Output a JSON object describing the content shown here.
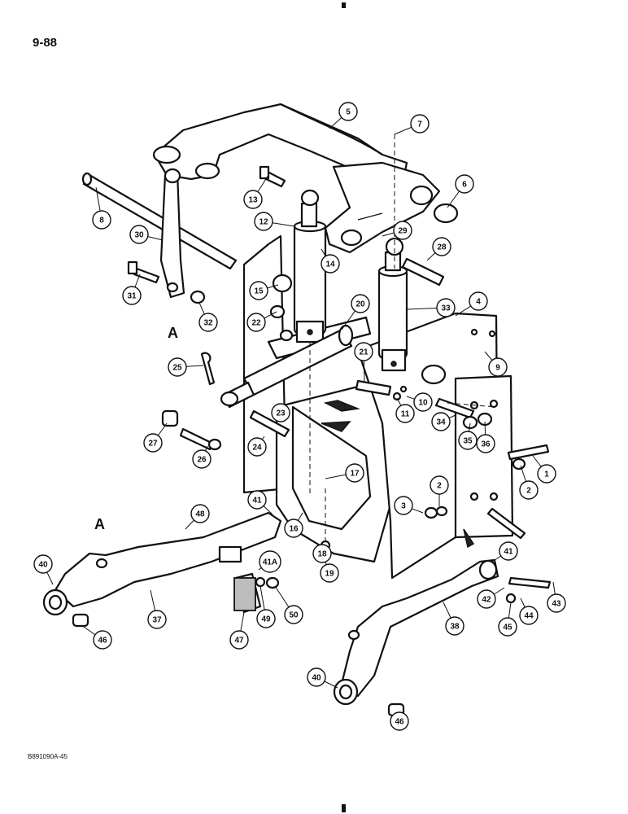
{
  "page": {
    "number": "9-88",
    "figure_code": "B891090A-45"
  },
  "labels": {
    "section_a_upper": "A",
    "section_a_lower": "A"
  },
  "callouts": [
    "1",
    "2",
    "2",
    "3",
    "4",
    "5",
    "6",
    "7",
    "8",
    "9",
    "10",
    "11",
    "12",
    "13",
    "14",
    "15",
    "16",
    "17",
    "18",
    "19",
    "20",
    "21",
    "22",
    "23",
    "24",
    "25",
    "26",
    "27",
    "28",
    "29",
    "30",
    "31",
    "32",
    "33",
    "34",
    "35",
    "36",
    "37",
    "38",
    "40",
    "40",
    "41",
    "41",
    "41A",
    "42",
    "43",
    "44",
    "45",
    "46",
    "46",
    "47",
    "48",
    "49",
    "50"
  ]
}
